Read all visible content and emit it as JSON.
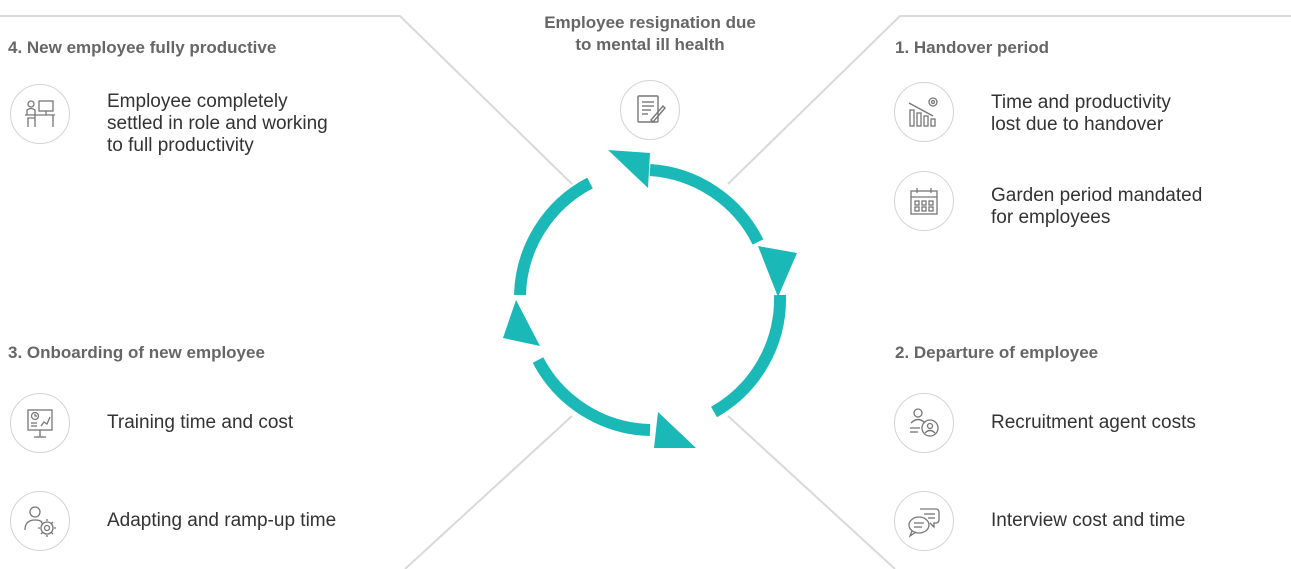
{
  "center": {
    "title": "Employee resignation due\nto mental ill health",
    "icon": "document-pen-icon"
  },
  "stages": {
    "handover": {
      "title": "1. Handover period",
      "items": [
        {
          "icon": "productivity-decline-icon",
          "text": "Time and productivity\nlost due to handover"
        },
        {
          "icon": "calendar-icon",
          "text": "Garden period mandated\nfor employees"
        }
      ]
    },
    "departure": {
      "title": "2. Departure of employee",
      "items": [
        {
          "icon": "recruitment-search-icon",
          "text": "Recruitment agent costs"
        },
        {
          "icon": "chat-bubbles-icon",
          "text": "Interview cost and time"
        }
      ]
    },
    "onboarding": {
      "title": "3. Onboarding of new employee",
      "items": [
        {
          "icon": "training-presentation-icon",
          "text": "Training time and cost"
        },
        {
          "icon": "user-gear-icon",
          "text": "Adapting and ramp-up time"
        }
      ]
    },
    "productive": {
      "title": "4. New employee fully productive",
      "items": [
        {
          "icon": "employee-desk-icon",
          "text": "Employee completely\nsettled in role and working\nto full productivity"
        }
      ]
    }
  },
  "colors": {
    "cycle_arrow": "#1bb8b8",
    "divider": "#d9d9d9",
    "heading": "#666666",
    "icon_stroke": "#777777"
  }
}
